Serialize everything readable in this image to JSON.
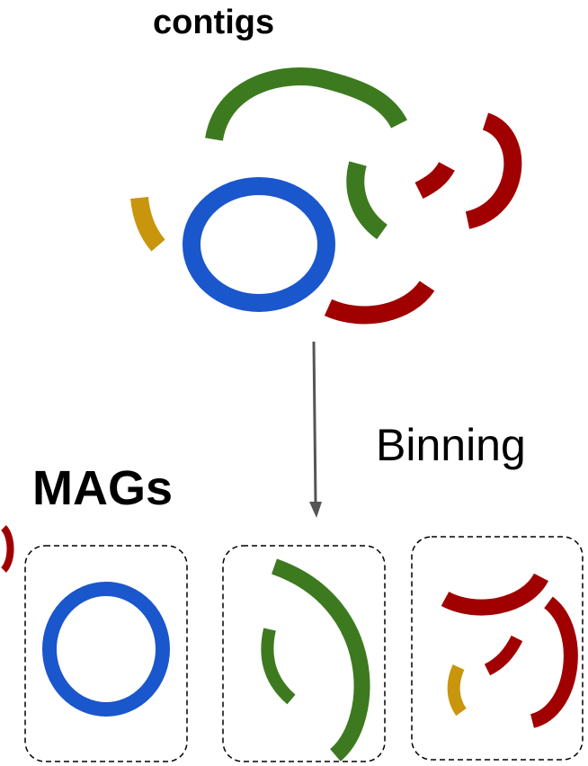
{
  "labels": {
    "contigs": "contigs",
    "mags": "MAGs",
    "binning": "Binning"
  },
  "colors": {
    "green": "#3d7a1f",
    "blue": "#1a56cc",
    "red": "#a00000",
    "yellow": "#c8950c",
    "arrow": "#555555",
    "box_border": "#000000"
  }
}
